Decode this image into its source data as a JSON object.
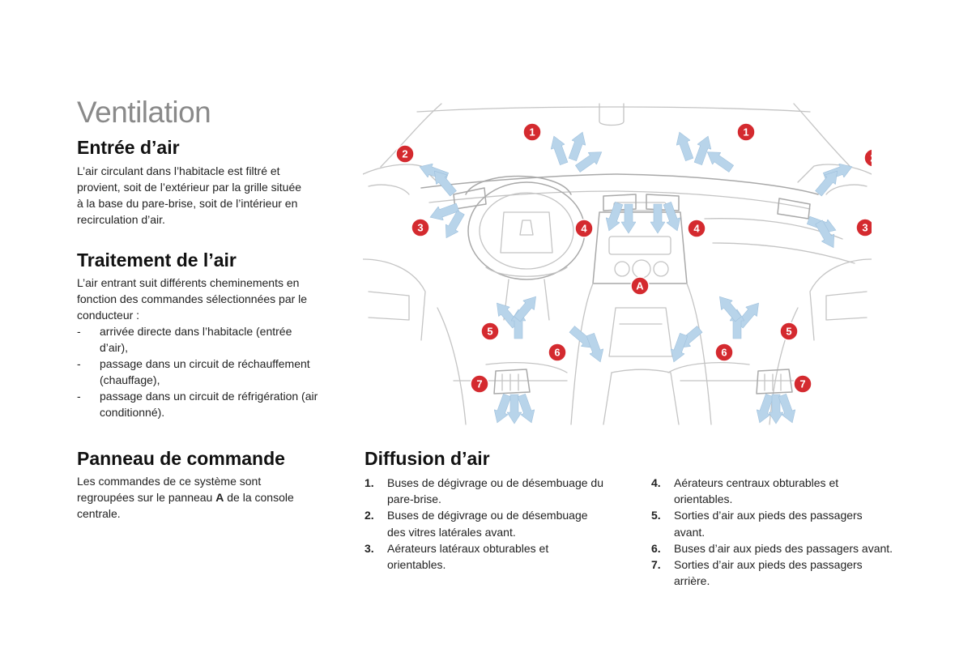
{
  "page": {
    "title": "Ventilation"
  },
  "sections": {
    "air_intake": {
      "heading": "Entrée d’air",
      "lines": [
        "L’air circulant dans l’habitacle est filtré et",
        "provient, soit de l’extérieur par la grille située",
        "à la base du pare-brise, soit de l’intérieur en",
        "recirculation d’air."
      ]
    },
    "air_treatment": {
      "heading": "Traitement de l’air",
      "intro_lines": [
        "L’air entrant suit différents cheminements en",
        "fonction des commandes sélectionnées par le",
        "conducteur :"
      ],
      "items": [
        {
          "line1": "arrivée directe dans l’habitacle (entrée",
          "line2": "d’air),"
        },
        {
          "line1": "passage dans un circuit de réchauffement",
          "line2": "(chauffage),"
        },
        {
          "line1": "passage dans un circuit de réfrigération (air",
          "line2": "conditionné)."
        }
      ]
    },
    "control_panel": {
      "heading": "Panneau de commande",
      "line1": "Les commandes de ce système sont",
      "line2_before": "regroupées sur le panneau ",
      "line2_bold": "A",
      "line2_after": " de la console",
      "line3": "centrale."
    },
    "air_distribution": {
      "heading": "Diffusion d’air",
      "left_items": [
        {
          "num": "1.",
          "line1": "Buses de dégivrage ou de désembuage du",
          "line2": "pare-brise."
        },
        {
          "num": "2.",
          "line1": "Buses de dégivrage ou de désembuage",
          "line2": "des vitres latérales avant."
        },
        {
          "num": "3.",
          "line1": "Aérateurs latéraux obturables et",
          "line2": "orientables."
        }
      ],
      "right_items": [
        {
          "num": "4.",
          "line1": "Aérateurs centraux obturables et",
          "line2": "orientables."
        },
        {
          "num": "5.",
          "line1": "Sorties d’air aux pieds des passagers",
          "line2": "avant."
        },
        {
          "num": "6.",
          "line1": "Buses d’air aux pieds des passagers avant.",
          "line2": ""
        },
        {
          "num": "7.",
          "line1": "Sorties d’air aux pieds des passagers",
          "line2": "arrière."
        }
      ]
    }
  },
  "illustration": {
    "badge_color": "#d42a2f",
    "arrow_color": "#b8d4ea",
    "labels": {
      "b1": "1",
      "b2": "2",
      "b3": "3",
      "b4": "4",
      "b5": "5",
      "b6": "6",
      "b7": "7",
      "bA": "A"
    }
  }
}
